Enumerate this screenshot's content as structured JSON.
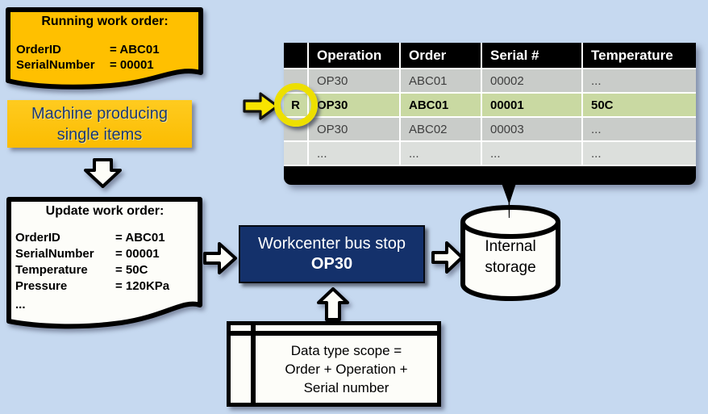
{
  "colors": {
    "background": "#C6D9F0",
    "note_yellow": "#FFC000",
    "workcenter_navy": "#14316B",
    "machine_text_navy": "#1B3A75",
    "highlight_green": "#C9D9A2",
    "row_gray": "#C9CCC9",
    "row_gray_light": "#DCDFDC",
    "table_header_black": "#000000",
    "marker_ring_yellow": "#EDDF00",
    "pointer_arrow_yellow": "#F8E400"
  },
  "running_note": {
    "title": "Running work order:",
    "fields": [
      {
        "label": "OrderID",
        "value": "= ABC01"
      },
      {
        "label": "SerialNumber",
        "value": "= 00001"
      }
    ]
  },
  "machine_box": {
    "line1": "Machine producing",
    "line2": "single items"
  },
  "update_doc": {
    "title": "Update work order:",
    "fields": [
      {
        "label": "OrderID",
        "value": "= ABC01"
      },
      {
        "label": "SerialNumber",
        "value": "= 00001"
      },
      {
        "label": "Temperature",
        "value": "= 50C"
      },
      {
        "label": "Pressure",
        "value": "= 120KPa"
      }
    ],
    "ellipsis": "..."
  },
  "workcenter_box": {
    "line1": "Workcenter bus stop",
    "line2": "OP30"
  },
  "storage_cylinder": {
    "line1": "Internal",
    "line2": "storage"
  },
  "scope_box": {
    "line1": "Data type scope =",
    "line2": "Order + Operation +",
    "line3": "Serial number"
  },
  "storage_table": {
    "headers": [
      "",
      "Operation",
      "Order",
      "Serial #",
      "Temperature"
    ],
    "rows": [
      {
        "marker": "",
        "operation": "OP30",
        "order": "ABC01",
        "serial": "00002",
        "temperature": "..."
      },
      {
        "marker": "R",
        "operation": "OP30",
        "order": "ABC01",
        "serial": "00001",
        "temperature": "50C"
      },
      {
        "marker": "",
        "operation": "OP30",
        "order": "ABC02",
        "serial": "00003",
        "temperature": "..."
      },
      {
        "marker": "",
        "operation": "...",
        "order": "...",
        "serial": "...",
        "temperature": "..."
      }
    ]
  }
}
